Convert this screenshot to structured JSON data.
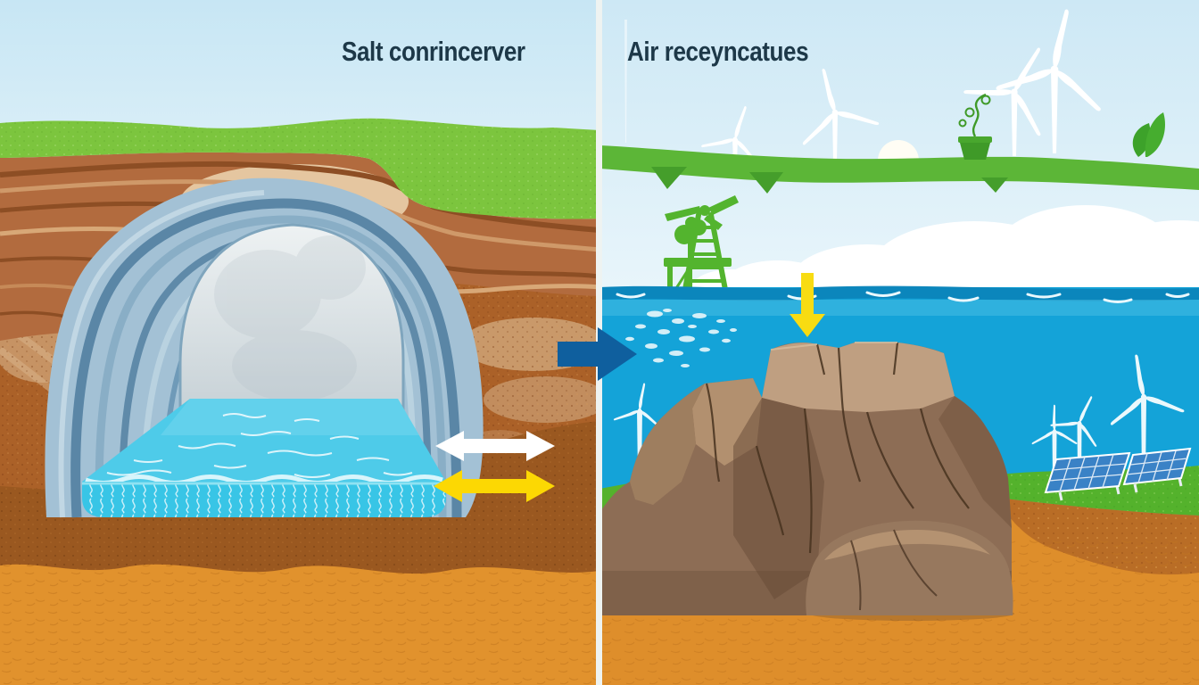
{
  "image_type": "two-panel energy storage concept illustration",
  "titles": {
    "left": "Salt conrincerver",
    "right": "Air receyncatues",
    "color": "#1d3848"
  },
  "panels": {
    "left": {
      "title": "Salt conrincerver",
      "scene": "underground salt cavern cross-section beneath grass and layered rock strata with a turquoise brine pool",
      "icons": [
        "white-double-arrow-icon",
        "yellow-double-arrow-icon"
      ],
      "arrow_colors": {
        "white_double_arrow": "#ffffff",
        "yellow_double_arrow": "#fcd803"
      }
    },
    "right": {
      "title": "Air receyncatues",
      "scene": "coastal landscape with wind turbines, sun, clouds, green ribbon shore, drilling derrick, sea, rock formation, solar panels and grass",
      "icons": [
        "sun-icon",
        "wind-turbine-icon",
        "cloud-icon",
        "potted-plant-icon",
        "leaf-sprout-icon",
        "drilling-derrick-icon",
        "yellow-down-arrow-icon",
        "fish-school-icon",
        "solar-panel-icon"
      ],
      "counts": {
        "sky_wind_turbines": 4,
        "underwater_wind_turbines": 5,
        "solar_panel_arrays": 2
      },
      "arrow_colors": {
        "yellow_down_arrow": "#f8dc12"
      }
    }
  },
  "connector": {
    "icon": "blue-right-arrow-icon",
    "color": "#0f5f9e",
    "direction": "right"
  },
  "palette": {
    "sky": "#cfe9f6",
    "grass_left": "#7cc53e",
    "strata_brown": "#b26b3e",
    "strata_line_dark": "#8d4e24",
    "soil_mottled": "#ab6128",
    "soil_dark_band": "#9a5820",
    "soil_orange_bottom": "#e1922d",
    "cavern_wall": "#a3c1d5",
    "cavern_rib": "#5a86a6",
    "cavern_interior": "#dfe6e9",
    "pool_surface": "#4ecbe9",
    "pool_front": "#38c5e6",
    "sea_right": "#14a3d8",
    "ribbon_green": "#5cb637",
    "derrick_green": "#53b42e",
    "rock": "#8d6d55",
    "rock_light": "#c2a284",
    "grass_right": "#54b22c",
    "solar_blue": "#3a82c6",
    "ground_right": "#de8e2b"
  }
}
